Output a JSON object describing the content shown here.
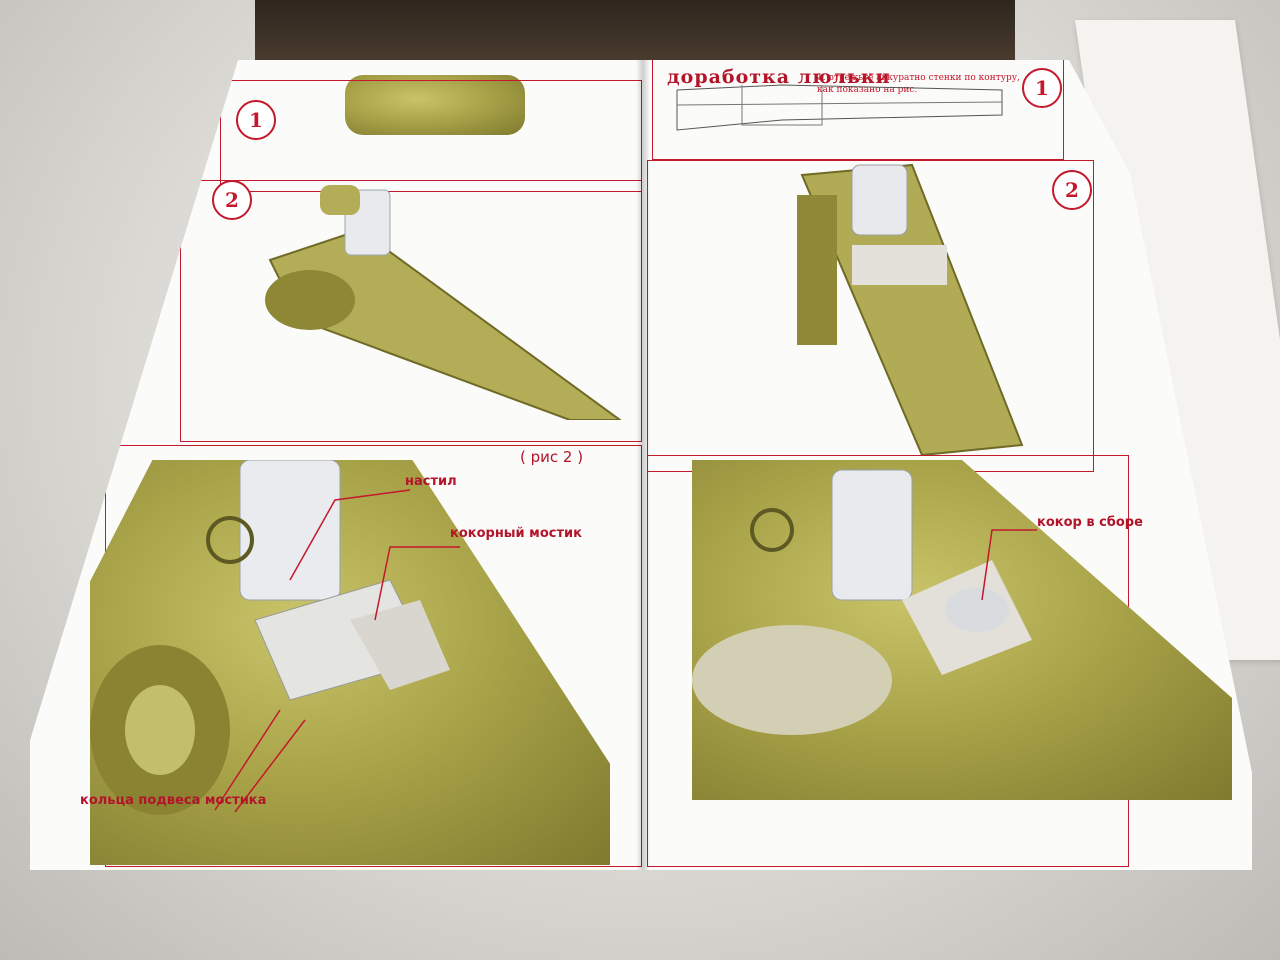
{
  "right_page": {
    "title": "доработка люльки",
    "step1_note": "1. отрежьте аккуратно стенки по контуру, как показано на рис.",
    "step_numbers": [
      "1",
      "2"
    ]
  },
  "left_page": {
    "step_numbers": [
      "1",
      "2"
    ],
    "figure_caption": "( рис 2 )"
  },
  "labels": {
    "nastil": "настил",
    "kokorny_mostik": "кокорный мостик",
    "koltsa": "кольца подвеса мостика",
    "kokor_v_sbore": "кокор в сборе"
  },
  "colors": {
    "accent": "#c4182c",
    "olive": "#a9a349"
  }
}
